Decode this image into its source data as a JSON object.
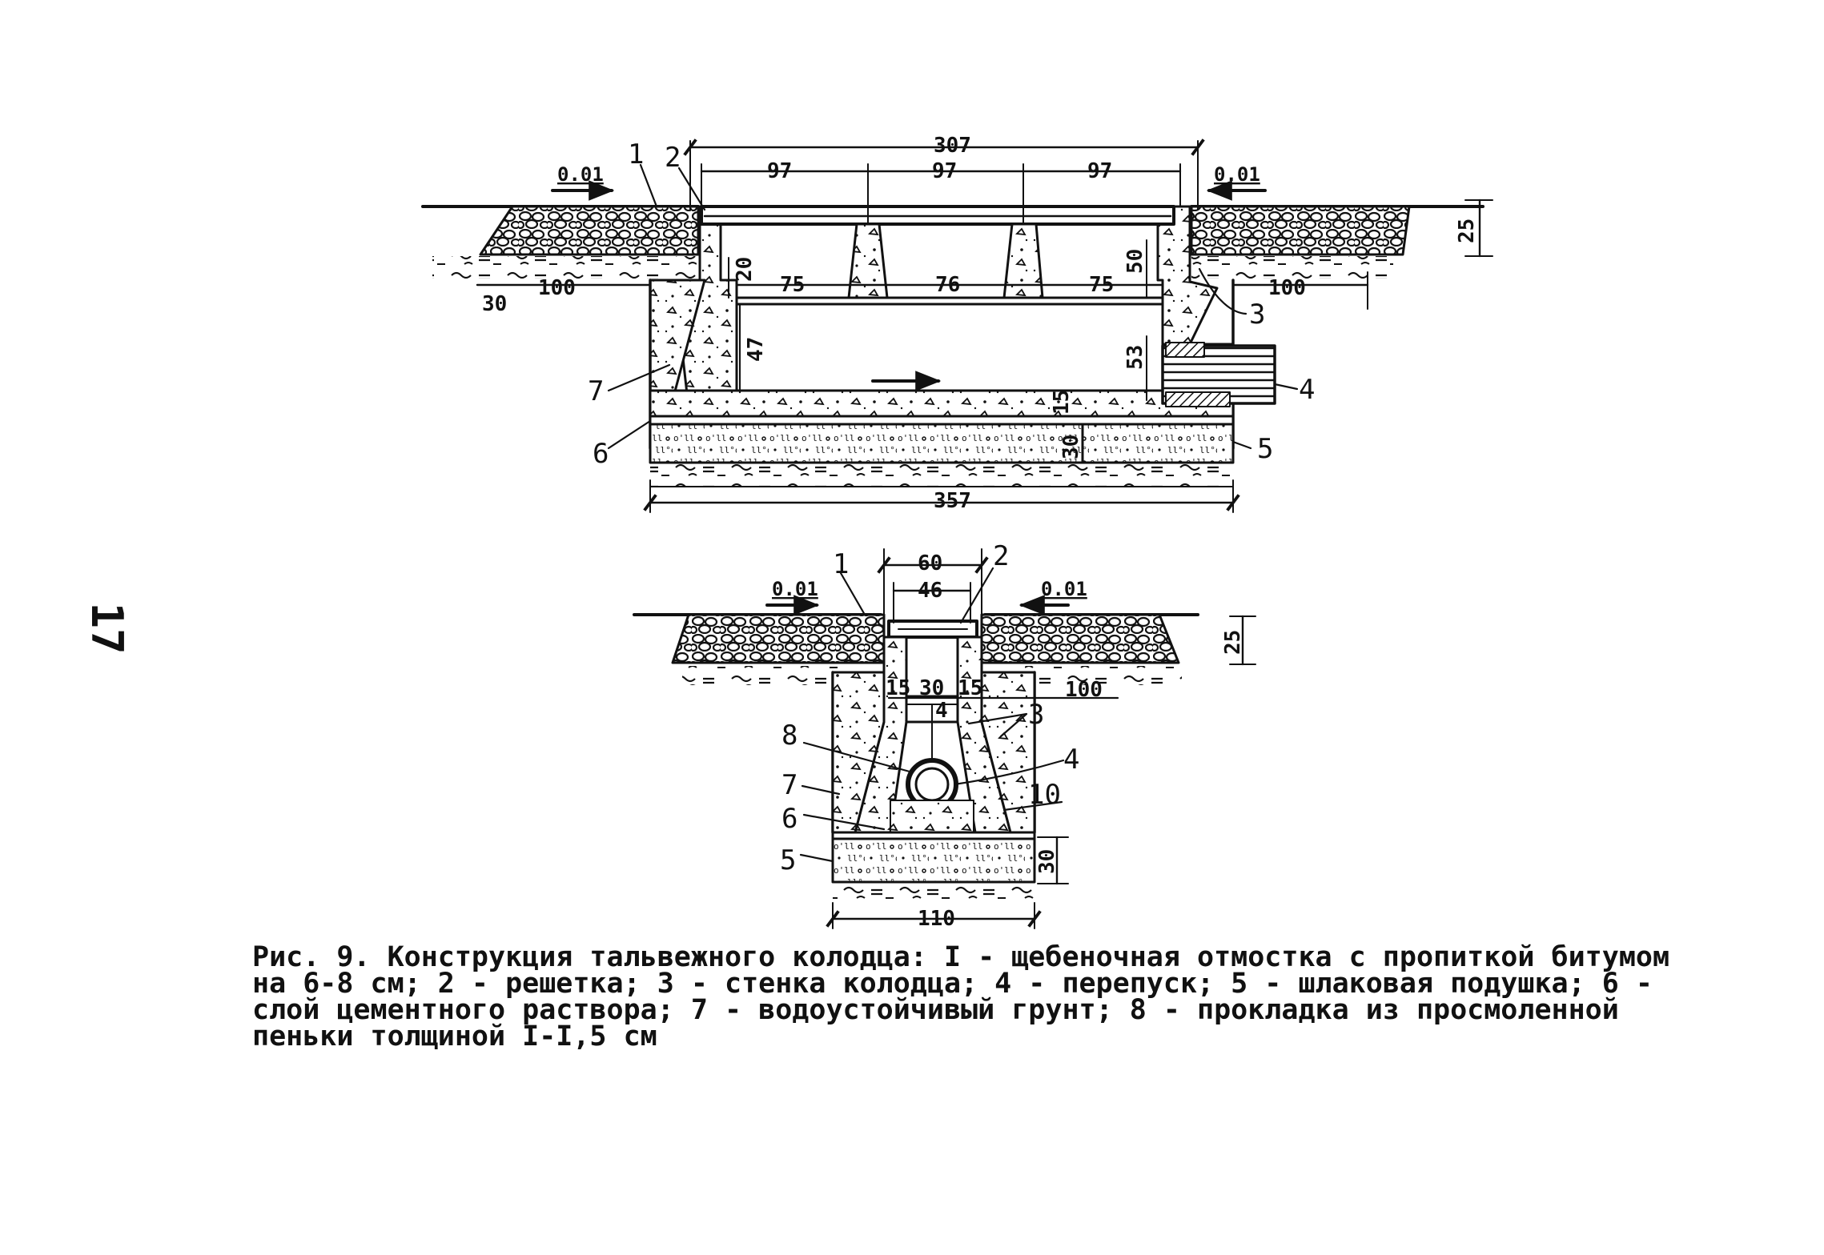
{
  "page": {
    "number": "17"
  },
  "caption": {
    "lines": [
      "Рис. 9. Конструкция тальвежного колодца: I - щебеночная отмостка с пропиткой битумом",
      "на 6-8 см; 2 - решетка; 3 - стенка колодца; 4 - перепуск; 5 - шлаковая подушка; 6 -",
      "слой цементного раствора; 7 - водоустойчивый грунт; 8 - прокладка из просмоленной",
      "пеньки толщиной I-I,5 см"
    ]
  },
  "top_section": {
    "slope_left": "0.01",
    "slope_right": "0.01",
    "dims": {
      "total_top": "307",
      "seg1": "97",
      "seg2": "97",
      "seg3": "97",
      "inner1": "75",
      "inner2": "76",
      "inner3": "75",
      "left_100": "100",
      "right_100": "100",
      "left_30": "30",
      "h20": "20",
      "h47": "47",
      "h50": "50",
      "h53": "53",
      "h15": "15",
      "h30": "30",
      "h25": "25",
      "total_bottom": "357"
    },
    "labels": {
      "l1": "1",
      "l2": "2",
      "l3": "3",
      "l4": "4",
      "l5": "5",
      "l6": "6",
      "l7": "7"
    }
  },
  "bottom_section": {
    "slope_left": "0.01",
    "slope_right": "0.01",
    "dims": {
      "d60": "60",
      "d46": "46",
      "d15a": "15",
      "d30": "30",
      "d15b": "15",
      "d4": "4",
      "d100": "100",
      "d25": "25",
      "d30v": "30",
      "d110": "110"
    },
    "labels": {
      "l1": "1",
      "l2": "2",
      "l3": "3",
      "l4": "4",
      "l5": "5",
      "l6": "6",
      "l7": "7",
      "l8": "8",
      "l10": "10"
    }
  }
}
